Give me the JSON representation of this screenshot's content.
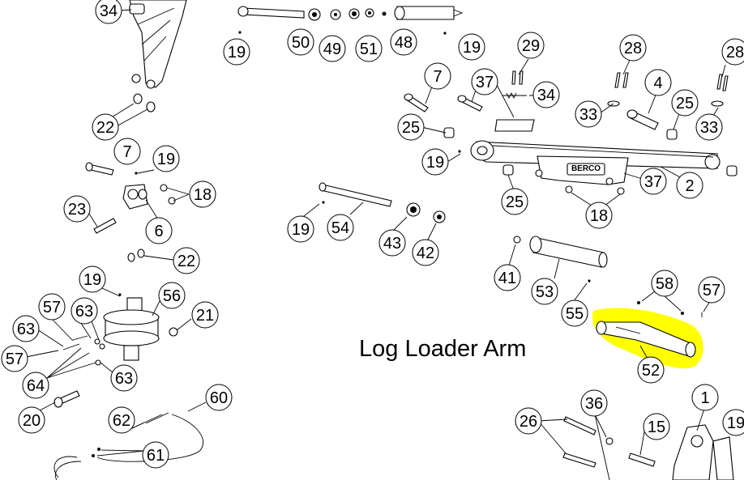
{
  "title": "Log Loader Arm",
  "brand_plate": "BERCO",
  "highlight_color": "#ffff00",
  "callouts": [
    "34",
    "19",
    "50",
    "49",
    "51",
    "48",
    "19",
    "29",
    "28",
    "28",
    "7",
    "37",
    "34",
    "4",
    "25",
    "33",
    "33",
    "22",
    "25",
    "19",
    "7",
    "19",
    "2",
    "37",
    "25",
    "18",
    "18",
    "23",
    "6",
    "19",
    "54",
    "43",
    "42",
    "22",
    "41",
    "53",
    "58",
    "57",
    "55",
    "19",
    "56",
    "21",
    "57",
    "63",
    "63",
    "57",
    "64",
    "63",
    "52",
    "60",
    "20",
    "62",
    "61",
    "36",
    "26",
    "15",
    "1",
    "19"
  ]
}
